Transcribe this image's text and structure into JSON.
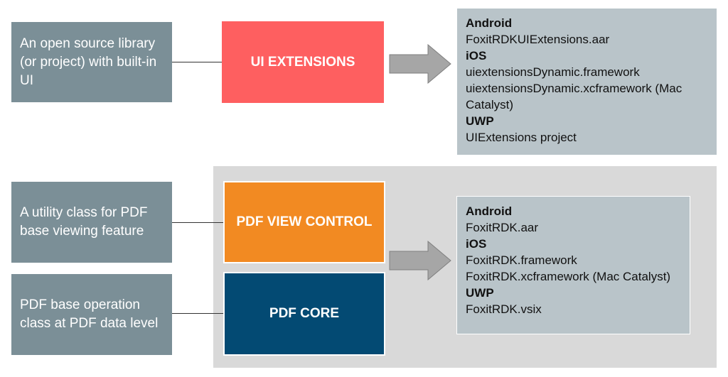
{
  "colors": {
    "description_box": "#7b8f97",
    "ui_extensions": "#fe5f60",
    "pdf_view_control": "#f28a22",
    "pdf_core": "#034a73",
    "platform_box": "#b9c4c9",
    "group_background": "#d9d9d9",
    "arrow": "#a6a6a6"
  },
  "descriptions": {
    "ui_extensions": "An open source library (or project) with built-in UI",
    "pdf_view_control": "A utility class for PDF base viewing feature",
    "pdf_core": "PDF base operation class at PDF data level"
  },
  "components": {
    "ui_extensions": "UI EXTENSIONS",
    "pdf_view_control": "PDF VIEW CONTROL",
    "pdf_core": "PDF CORE"
  },
  "ui_extensions_outputs": {
    "android_heading": "Android",
    "android_item": "FoxitRDKUIExtensions.aar",
    "ios_heading": "iOS",
    "ios_item_1": "uiextensionsDynamic.framework",
    "ios_item_2": "uiextensionsDynamic.xcframework (Mac Catalyst)",
    "uwp_heading": "UWP",
    "uwp_item": "UIExtensions project"
  },
  "core_outputs": {
    "android_heading": "Android",
    "android_item": "FoxitRDK.aar",
    "ios_heading": "iOS",
    "ios_item_1": "FoxitRDK.framework",
    "ios_item_2": "FoxitRDK.xcframework (Mac Catalyst)",
    "uwp_heading": "UWP",
    "uwp_item": "FoxitRDK.vsix"
  },
  "icons": {
    "arrow": "right-block-arrow-icon"
  }
}
